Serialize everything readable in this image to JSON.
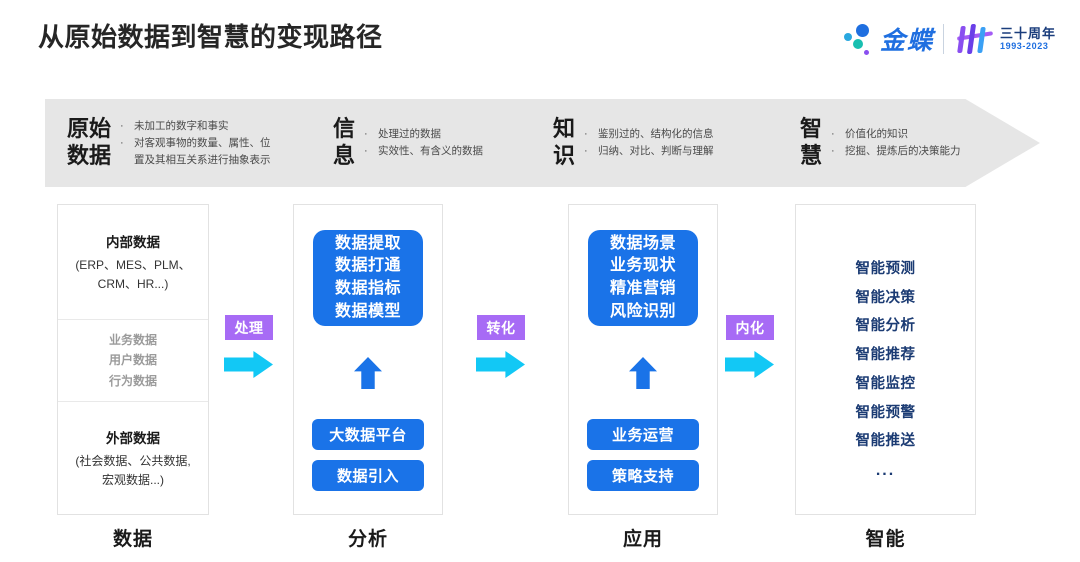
{
  "header": {
    "title": "从原始数据到智慧的变现路径",
    "brand": {
      "name": "金蝶",
      "anniversary_cn": "三十周年",
      "anniversary_years": "1993-2023"
    }
  },
  "banner": {
    "stages": [
      {
        "title_line1": "原始",
        "title_line2": "数据",
        "bullets": [
          "未加工的数字和事实",
          "对客观事物的数量、属性、位"
        ],
        "bullet_cont": "置及其相互关系进行抽象表示"
      },
      {
        "title_line1": "信",
        "title_line2": "息",
        "bullets": [
          "处理过的数据",
          "实效性、有含义的数据"
        ],
        "bullet_cont": ""
      },
      {
        "title_line1": "知",
        "title_line2": "识",
        "bullets": [
          "鉴别过的、结构化的信息",
          "归纳、对比、判断与理解"
        ],
        "bullet_cont": ""
      },
      {
        "title_line1": "智",
        "title_line2": "慧",
        "bullets": [
          "价值化的知识",
          "挖掘、提炼后的决策能力"
        ],
        "bullet_cont": ""
      }
    ],
    "bullet_marker": "·"
  },
  "columns": {
    "data": {
      "footer": "数据",
      "internal_title": "内部数据",
      "internal_sub_line1": "(ERP、MES、PLM、",
      "internal_sub_line2": "CRM、HR...)",
      "middle": [
        "业务数据",
        "用户数据",
        "行为数据"
      ],
      "external_title": "外部数据",
      "external_sub_line1": "(社会数据、公共数据,",
      "external_sub_line2": "宏观数据...)"
    },
    "analysis": {
      "footer": "分析",
      "box": [
        "数据提取",
        "数据打通",
        "数据指标",
        "数据模型"
      ],
      "pill1": "大数据平台",
      "pill2": "数据引入"
    },
    "application": {
      "footer": "应用",
      "box": [
        "数据场景",
        "业务现状",
        "精准营销",
        "风险识别"
      ],
      "pill1": "业务运营",
      "pill2": "策略支持"
    },
    "intelligence": {
      "footer": "智能",
      "items": [
        "智能预测",
        "智能决策",
        "智能分析",
        "智能推荐",
        "智能监控",
        "智能预警",
        "智能推送"
      ],
      "ellipsis": "..."
    }
  },
  "connectors": [
    {
      "label": "处理"
    },
    {
      "label": "转化"
    },
    {
      "label": "内化"
    }
  ],
  "colors": {
    "blue": "#1a73e8",
    "purple": "#a76bf5",
    "cyan": "#12c8f5",
    "navy": "#1b3b73",
    "banner_gray": "#e6e6e6"
  }
}
